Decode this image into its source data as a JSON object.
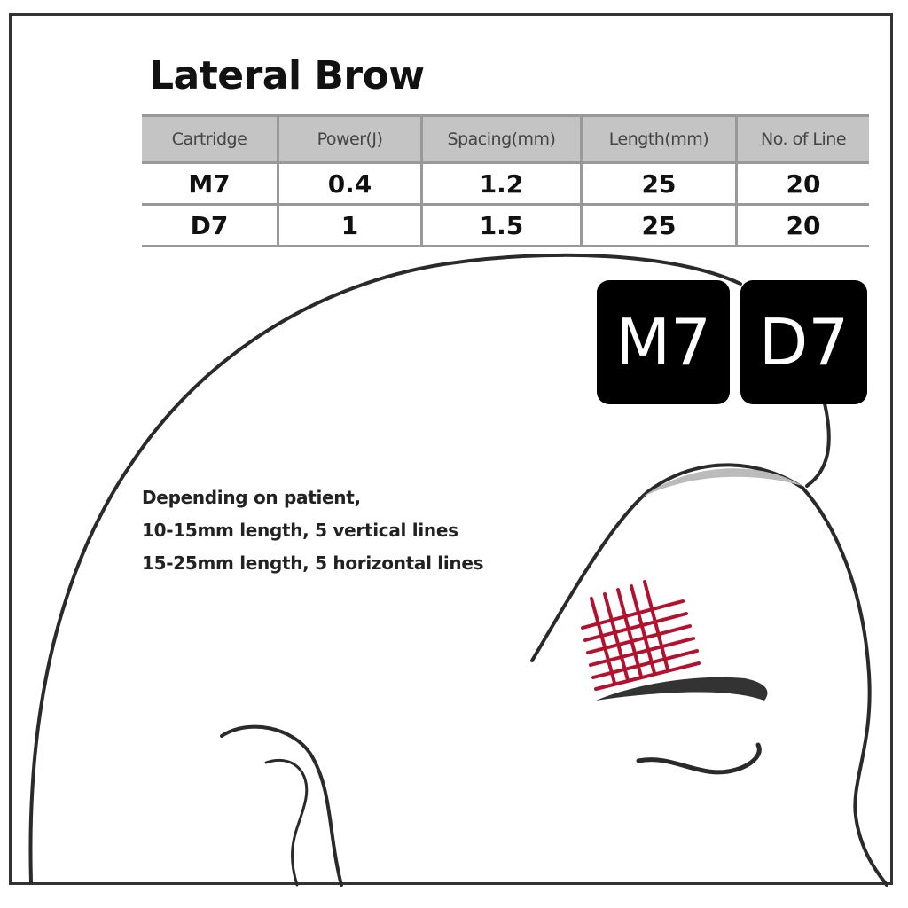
{
  "title": "Lateral Brow",
  "table": {
    "headers": [
      "Cartridge",
      "Power(J)",
      "Spacing(mm)",
      "Length(mm)",
      "No. of Line"
    ],
    "rows": [
      [
        "M7",
        "0.4",
        "1.2",
        "25",
        "20"
      ],
      [
        "D7",
        "1",
        "1.5",
        "25",
        "20"
      ]
    ]
  },
  "badges": [
    "M7",
    "D7"
  ],
  "note": [
    "Depending on patient,",
    "10-15mm length, 5 vertical lines",
    "15-25mm length, 5 horizontal lines"
  ],
  "colors": {
    "grid": "#b3122e",
    "badge": "#000000",
    "header": "#c4c4c4"
  }
}
